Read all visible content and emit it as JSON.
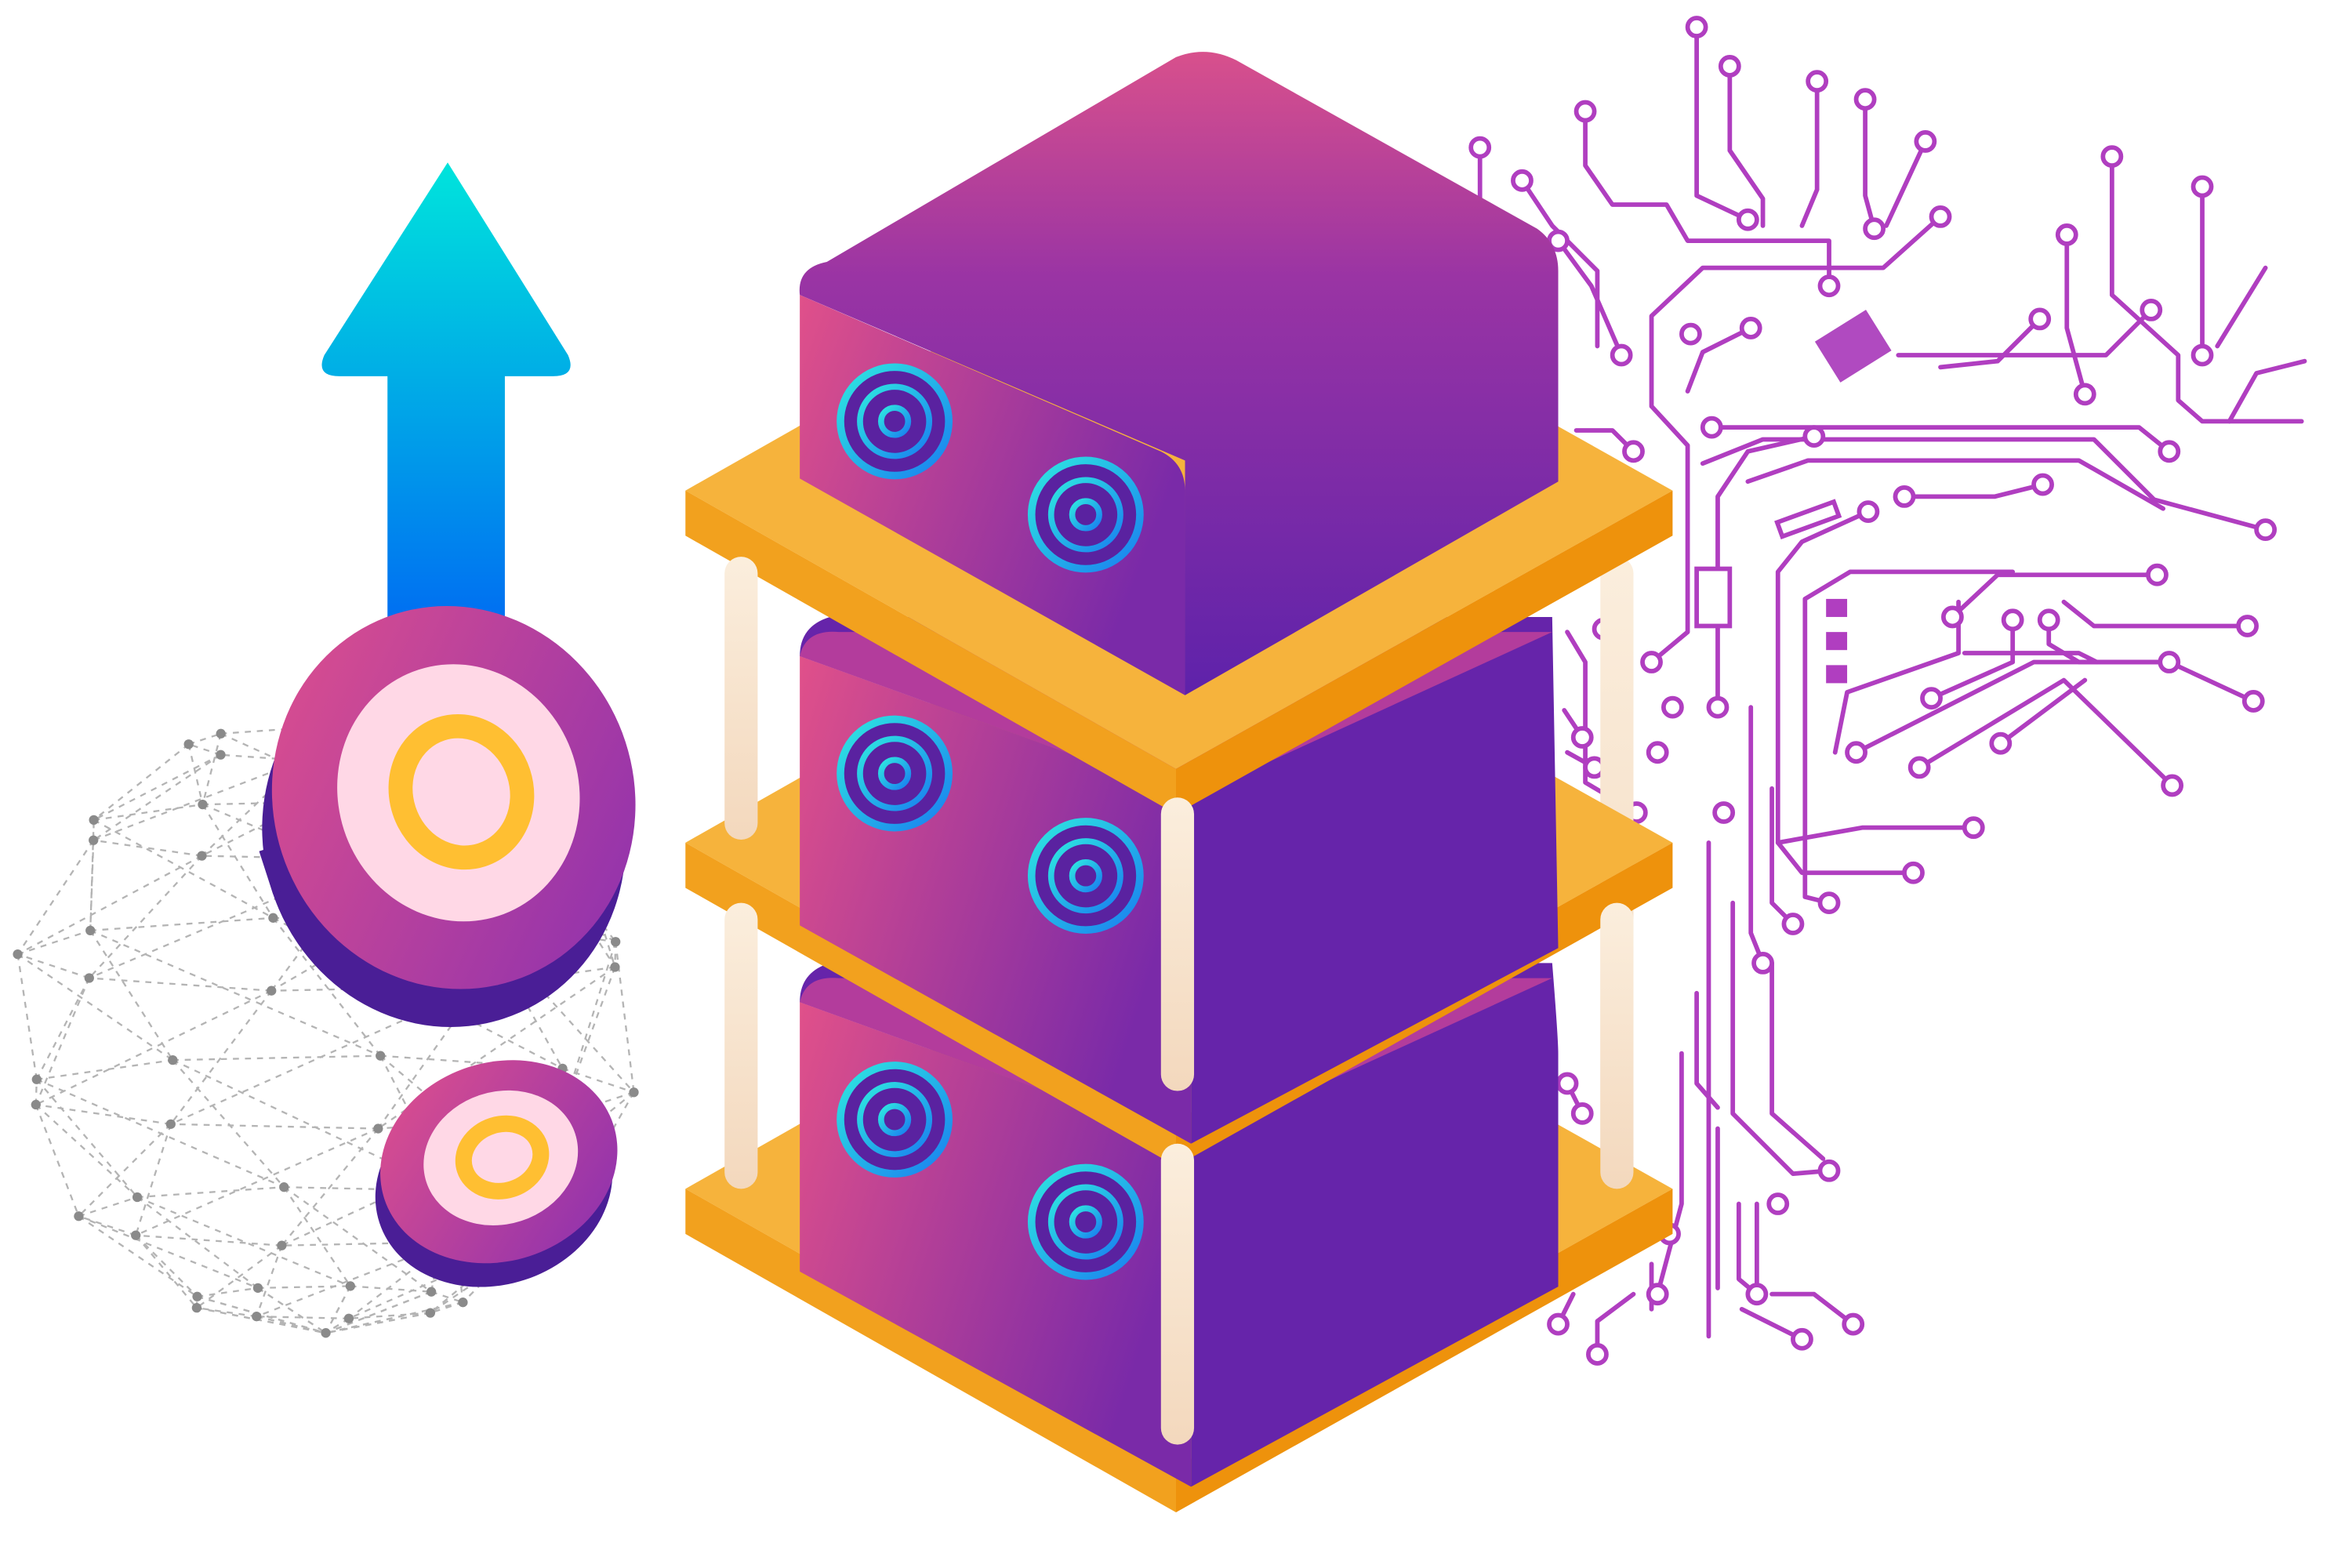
{
  "illustration": {
    "subject": "isometric-mining-rig-illustration",
    "elements": [
      "up-arrow",
      "crypto-coin-large",
      "crypto-coin-small",
      "network-sphere",
      "server-rack",
      "circuit-board"
    ],
    "rig": {
      "units": 3,
      "fans_per_unit": 2
    },
    "colors": {
      "background": "#ffffff",
      "arrow_top": "#00e0dc",
      "arrow_bottom": "#0070f0",
      "box_top_light": "#d6508e",
      "box_dark": "#5e24a8",
      "box_face": "#7a2aa8",
      "fan_ring": "#20d8e8",
      "shelf_top": "#f6b23a",
      "shelf_front": "#f09a10",
      "post": "#f8e4cf",
      "coin_rim": "#5a2aa0",
      "coin_face": "#ffd6e4",
      "coin_center": "#ffc23a",
      "circuit": "#b03ec0",
      "sphere": "#9a9a9a"
    }
  }
}
